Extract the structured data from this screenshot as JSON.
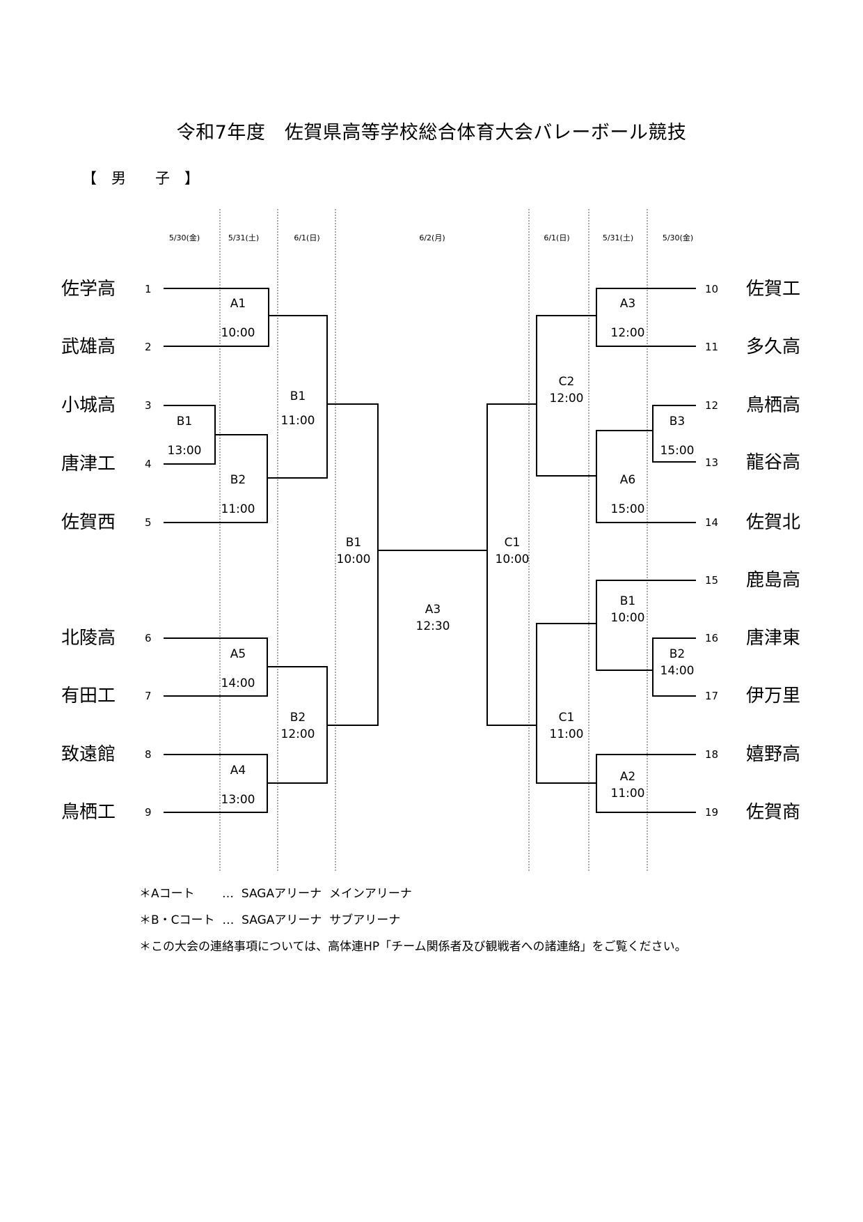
{
  "title": "令和7年度　佐賀県高等学校総合体育大会バレーボール競技",
  "section": "【　男　　子　】",
  "dates": {
    "left": [
      "5/30(金)",
      "5/31(土)",
      "6/1(日)"
    ],
    "center": "6/2(月)",
    "right": [
      "6/1(日)",
      "5/31(土)",
      "5/30(金)"
    ]
  },
  "left_teams": [
    {
      "seed": "1",
      "name": "佐学高"
    },
    {
      "seed": "2",
      "name": "武雄高"
    },
    {
      "seed": "3",
      "name": "小城高"
    },
    {
      "seed": "4",
      "name": "唐津工"
    },
    {
      "seed": "5",
      "name": "佐賀西"
    },
    {
      "seed": "6",
      "name": "北陵高"
    },
    {
      "seed": "7",
      "name": "有田工"
    },
    {
      "seed": "8",
      "name": "致遠館"
    },
    {
      "seed": "9",
      "name": "鳥栖工"
    }
  ],
  "right_teams": [
    {
      "seed": "10",
      "name": "佐賀工"
    },
    {
      "seed": "11",
      "name": "多久高"
    },
    {
      "seed": "12",
      "name": "鳥栖高"
    },
    {
      "seed": "13",
      "name": "龍谷高"
    },
    {
      "seed": "14",
      "name": "佐賀北"
    },
    {
      "seed": "15",
      "name": "鹿島高"
    },
    {
      "seed": "16",
      "name": "唐津東"
    },
    {
      "seed": "17",
      "name": "伊万里"
    },
    {
      "seed": "18",
      "name": "嬉野高"
    },
    {
      "seed": "19",
      "name": "佐賀商"
    }
  ],
  "matches": [
    {
      "court": "A1",
      "time": "10:00"
    },
    {
      "court": "B1",
      "time": "13:00"
    },
    {
      "court": "B2",
      "time": "11:00"
    },
    {
      "court": "B1",
      "time": "11:00"
    },
    {
      "court": "A5",
      "time": "14:00"
    },
    {
      "court": "A4",
      "time": "13:00"
    },
    {
      "court": "B2",
      "time": "12:00"
    },
    {
      "court": "B1",
      "time": "10:00"
    },
    {
      "court": "A3",
      "time": "12:30"
    },
    {
      "court": "C1",
      "time": "10:00"
    },
    {
      "court": "A3",
      "time": "12:00"
    },
    {
      "court": "B3",
      "time": "15:00"
    },
    {
      "court": "A6",
      "time": "15:00"
    },
    {
      "court": "C2",
      "time": "12:00"
    },
    {
      "court": "B1",
      "time": "10:00"
    },
    {
      "court": "B2",
      "time": "14:00"
    },
    {
      "court": "A2",
      "time": "11:00"
    },
    {
      "court": "C1",
      "time": "11:00"
    }
  ],
  "notes": [
    "＊Aコート　　 …  SAGAアリーナ  メインアリーナ",
    "＊B・Cコート  …  SAGAアリーナ  サブアリーナ",
    "＊この大会の連絡事項については、高体連HP「チーム関係者及び観戦者への諸連絡」をご覧ください。"
  ]
}
